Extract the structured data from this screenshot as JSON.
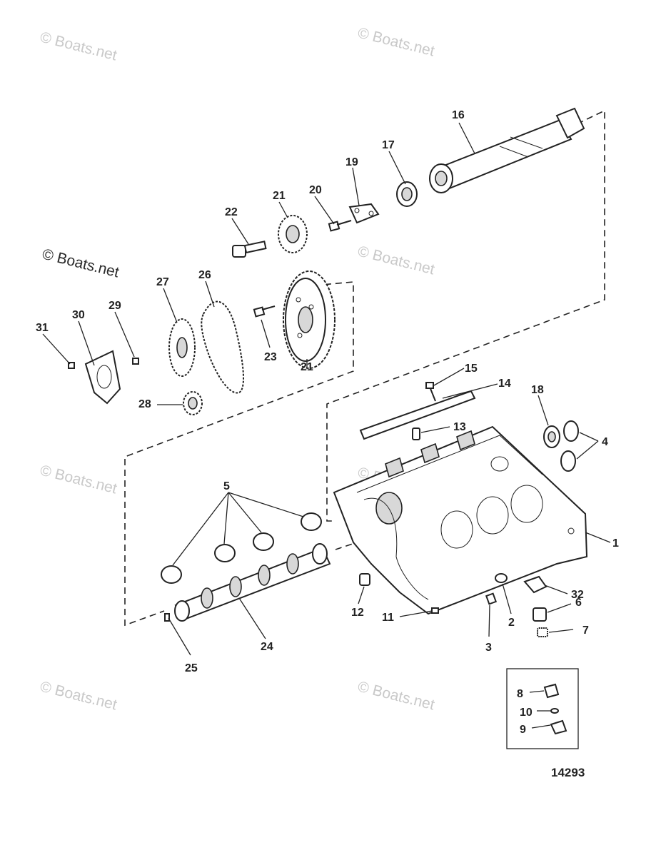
{
  "watermarks": [
    "© Boats.net",
    "© Boats.net",
    "© Boats.net",
    "© Boats.net",
    "© Boats.net",
    "© Boats.net",
    "© Boats.net",
    "© Boats.net"
  ],
  "figure_number": "14293",
  "callouts": {
    "c1": "1",
    "c2": "2",
    "c3": "3",
    "c4": "4",
    "c5": "5",
    "c6": "6",
    "c7": "7",
    "c8": "8",
    "c9": "9",
    "c10": "10",
    "c11": "11",
    "c12": "12",
    "c13": "13",
    "c14": "14",
    "c15": "15",
    "c16": "16",
    "c17": "17",
    "c18": "18",
    "c19": "19",
    "c20": "20",
    "c21a": "21",
    "c21b": "21",
    "c22": "22",
    "c23": "23",
    "c24": "24",
    "c25": "25",
    "c26": "26",
    "c27": "27",
    "c28": "28",
    "c29": "29",
    "c30": "30",
    "c31": "31",
    "c32": "32"
  },
  "icons": {
    "engine_block": "engine-block-icon",
    "camshaft": "camshaft-icon",
    "balance_shaft": "balance-shaft-icon",
    "gear": "gear-icon",
    "timing_chain": "timing-chain-icon",
    "bearing": "bearing-icon",
    "bolt": "bolt-icon",
    "plate": "retainer-plate-icon",
    "plug": "plug-icon",
    "sensor": "sensor-icon"
  }
}
